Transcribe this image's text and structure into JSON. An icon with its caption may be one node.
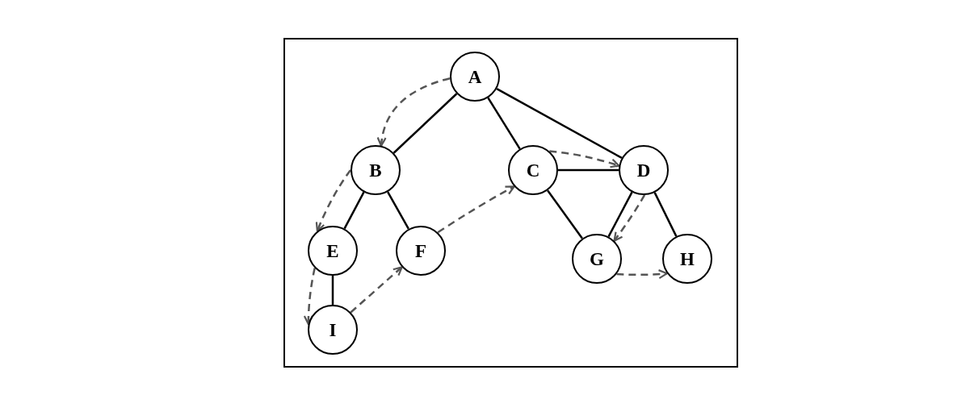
{
  "diagram": {
    "nodes": [
      {
        "text": [
          "A"
        ]
      },
      {
        "text": [
          "B"
        ]
      },
      {
        "text": [
          "C"
        ]
      },
      {
        "text": [
          "D"
        ]
      },
      {
        "text": [
          "E"
        ]
      },
      {
        "text": [
          "F"
        ]
      },
      {
        "text": [
          "G"
        ]
      },
      {
        "text": [
          "H"
        ]
      },
      {
        "text": [
          "I"
        ]
      }
    ],
    "edges": [
      {
        "from": 0,
        "to": 1,
        "arrow": "none"
      },
      {
        "from": 0,
        "to": 2,
        "arrow": "none"
      },
      {
        "from": 0,
        "to": 3,
        "arrow": "none"
      },
      {
        "from": 1,
        "to": 4,
        "arrow": "none"
      },
      {
        "from": 1,
        "to": 5,
        "arrow": "none"
      },
      {
        "from": 2,
        "to": 3,
        "arrow": "none"
      },
      {
        "from": 2,
        "to": 6,
        "arrow": "none"
      },
      {
        "from": 3,
        "to": 6,
        "arrow": "none"
      },
      {
        "from": 3,
        "to": 7,
        "arrow": "none"
      },
      {
        "from": 4,
        "to": 8,
        "arrow": "none"
      },
      {
        "from": 0,
        "to": 1,
        "arrow": "to",
        "style": "dashed",
        "color": "#555555"
      },
      {
        "from": 1,
        "to": 4,
        "arrow": "to",
        "style": "dashed",
        "color": "#555555"
      },
      {
        "from": 4,
        "to": 8,
        "arrow": "to",
        "style": "dashed",
        "color": "#555555"
      },
      {
        "from": 8,
        "to": 5,
        "arrow": "to",
        "style": "dashed",
        "color": "#555555"
      },
      {
        "from": 5,
        "to": 2,
        "arrow": "to",
        "style": "dashed",
        "color": "#555555"
      },
      {
        "from": 2,
        "to": 3,
        "arrow": "to",
        "style": "dashed",
        "color": "#555555"
      },
      {
        "from": 3,
        "to": 6,
        "arrow": "to",
        "style": "dashed",
        "color": "#555555"
      },
      {
        "from": 6,
        "to": 7,
        "arrow": "to",
        "style": "dashed",
        "color": "#555555"
      }
    ]
  }
}
